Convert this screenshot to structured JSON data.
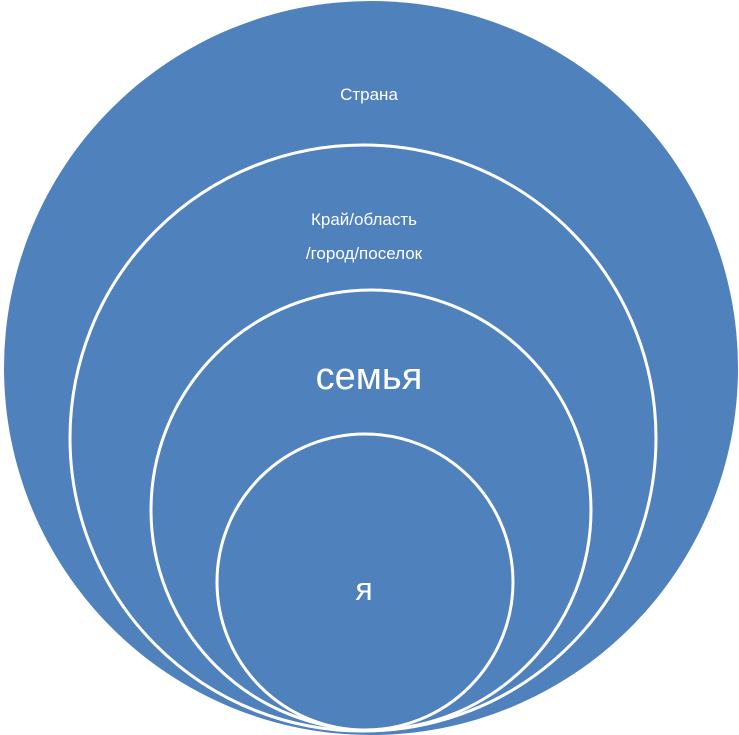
{
  "diagram": {
    "type": "nested-circles",
    "fill_color": "#4f81bd",
    "border_color": "#ffffff",
    "levels": [
      {
        "label": "Страна"
      },
      {
        "label_line1": "Край/область",
        "label_line2": "/город/поселок"
      },
      {
        "label": "семья"
      },
      {
        "label": "я"
      }
    ]
  }
}
